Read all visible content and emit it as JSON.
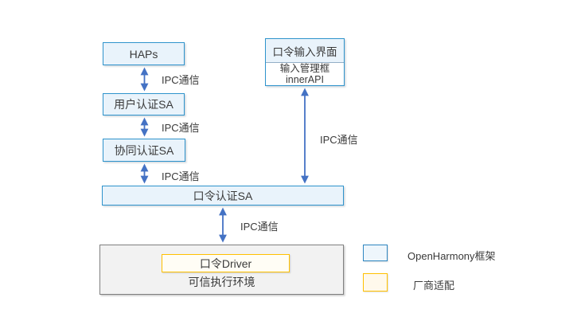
{
  "diagram": {
    "nodes": {
      "haps": {
        "label": "HAPs"
      },
      "user_auth_sa": {
        "label": "用户认证SA"
      },
      "co_auth_sa": {
        "label": "协同认证SA"
      },
      "pin_auth_sa": {
        "label": "口令认证SA"
      },
      "pin_input_ui": {
        "label": "口令输入界面"
      },
      "input_manager": {
        "line1": "输入管理框",
        "line2": "innerAPI"
      },
      "pin_driver": {
        "label": "口令Driver"
      },
      "tee": {
        "label": "可信执行环境"
      }
    },
    "edges": [
      {
        "from": "haps",
        "to": "user_auth_sa",
        "label": "IPC通信"
      },
      {
        "from": "user_auth_sa",
        "to": "co_auth_sa",
        "label": "IPC通信"
      },
      {
        "from": "co_auth_sa",
        "to": "pin_auth_sa",
        "label": "IPC通信"
      },
      {
        "from": "input_manager",
        "to": "pin_auth_sa",
        "label": "IPC通信"
      },
      {
        "from": "pin_auth_sa",
        "to": "tee",
        "label": "IPC通信"
      }
    ],
    "legend": [
      {
        "label": "OpenHarmony框架",
        "swatch_fill": "#eef6fc",
        "swatch_border": "#2e86c1"
      },
      {
        "label": "厂商适配",
        "swatch_fill": "#fff9ec",
        "swatch_border": "#ffc000"
      }
    ],
    "colors": {
      "framework_fill": "#e9f3fb",
      "framework_border": "#2e93cc",
      "vendor_fill": "#fffdf5",
      "vendor_border": "#ffc000",
      "tee_fill": "#f2f2f2",
      "tee_border": "#808080",
      "arrow": "#4472c4",
      "text": "#3a3a3a"
    }
  }
}
